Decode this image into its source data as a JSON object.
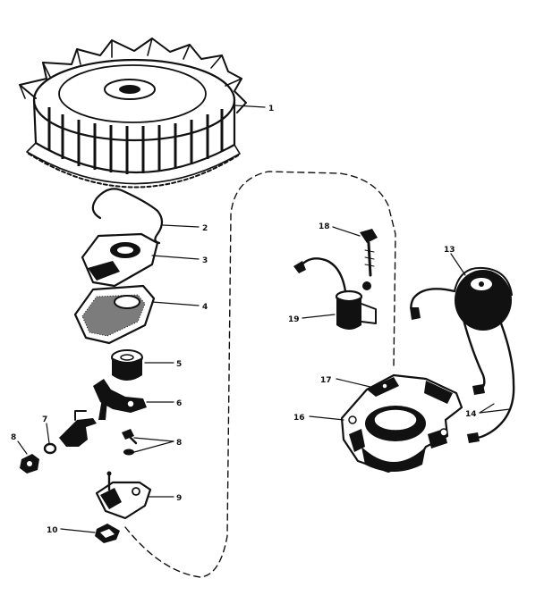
{
  "diagram": {
    "ink_color": "#111111",
    "paper_color": "#ffffff",
    "callouts": [
      {
        "id": "c1",
        "text": "1"
      },
      {
        "id": "c2",
        "text": "2"
      },
      {
        "id": "c3",
        "text": "3"
      },
      {
        "id": "c4",
        "text": "4"
      },
      {
        "id": "c5",
        "text": "5"
      },
      {
        "id": "c6",
        "text": "6"
      },
      {
        "id": "c7",
        "text": "7"
      },
      {
        "id": "c8a",
        "text": "8"
      },
      {
        "id": "c8b",
        "text": "8"
      },
      {
        "id": "c9",
        "text": "9"
      },
      {
        "id": "c10",
        "text": "10"
      },
      {
        "id": "c13",
        "text": "13"
      },
      {
        "id": "c14",
        "text": "14"
      },
      {
        "id": "c16",
        "text": "16"
      },
      {
        "id": "c17",
        "text": "17"
      },
      {
        "id": "c18",
        "text": "18"
      },
      {
        "id": "c19",
        "text": "19"
      }
    ]
  }
}
